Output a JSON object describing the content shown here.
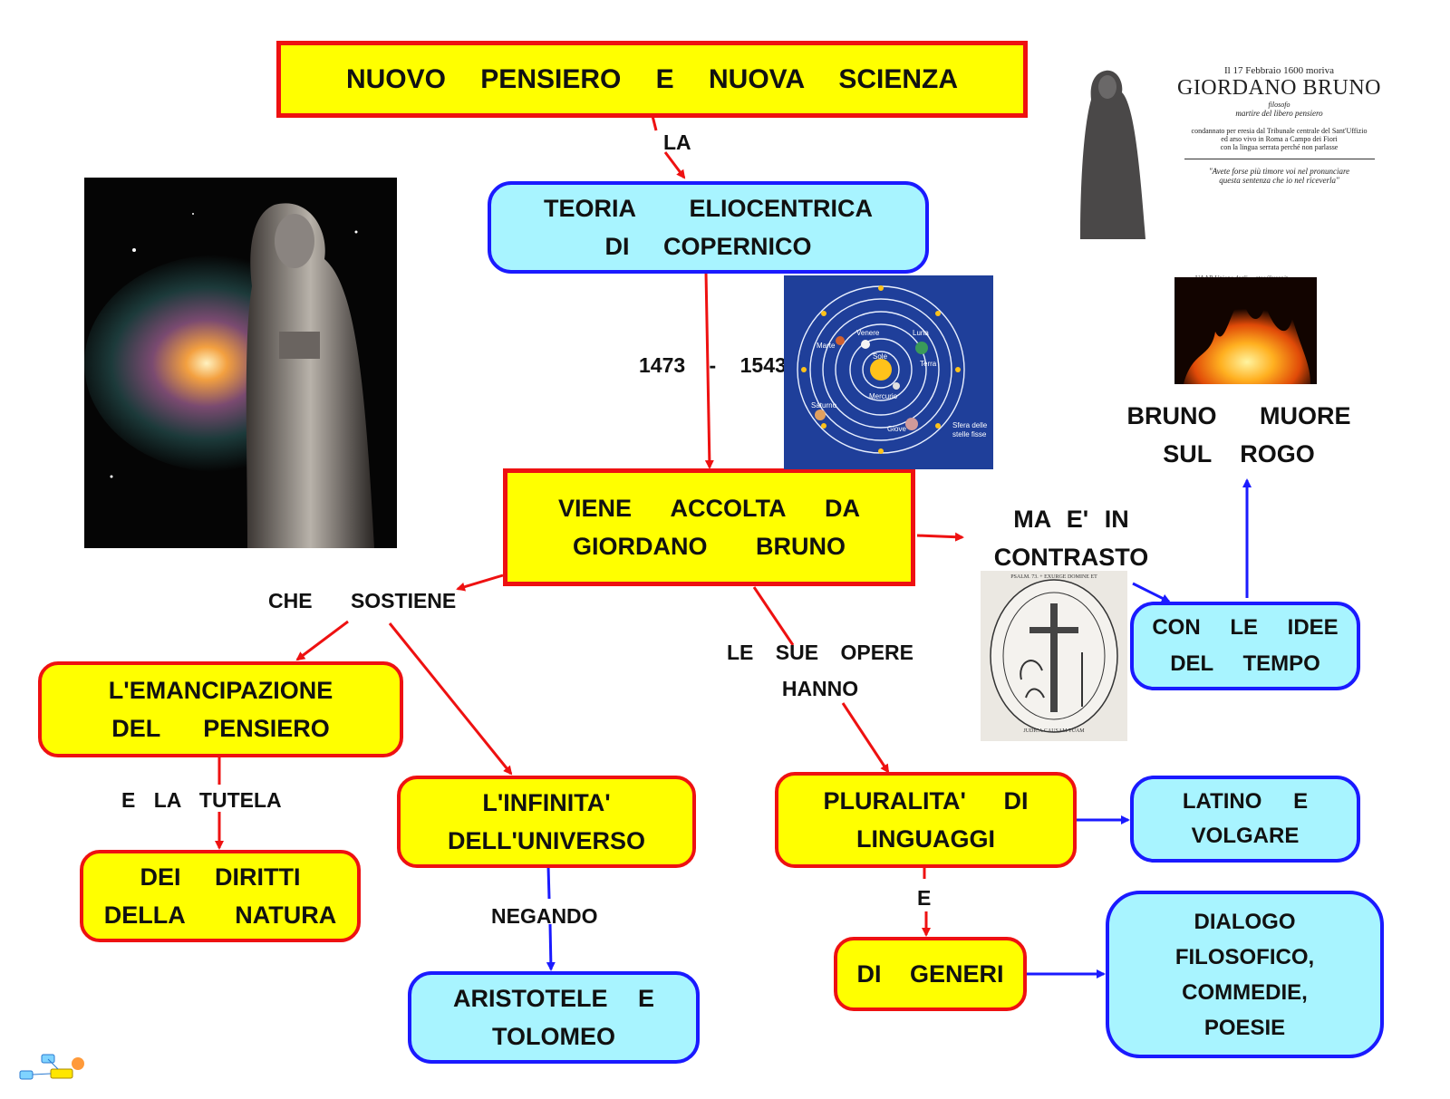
{
  "title": "NUOVO PENSIERO E NUOVA SCIENZA",
  "links": {
    "la": "LA",
    "dates": "1473 - 1543",
    "che_sostiene": "CHE SOSTIENE",
    "e_la_tutela": "E LA TUTELA",
    "negando": "NEGANDO",
    "le_sue_opere_1": "LE SUE OPERE",
    "le_sue_opere_2": "HANNO",
    "e": "E",
    "contrasto_1": "MA E' IN",
    "contrasto_2": "CONTRASTO",
    "rogo_1": "BRUNO MUORE",
    "rogo_2": "SUL ROGO"
  },
  "nodes": {
    "teoria": {
      "l1": "TEORIA ELIOCENTRICA",
      "l2": "DI COPERNICO"
    },
    "viene": {
      "l1": "VIENE ACCOLTA DA",
      "l2": "GIORDANO BRUNO"
    },
    "emancipazione": {
      "l1": "L'EMANCIPAZIONE",
      "l2": "DEL PENSIERO"
    },
    "diritti": {
      "l1": "DEI DIRITTI",
      "l2": "DELLA NATURA"
    },
    "infinita": {
      "l1": "L'INFINITA'",
      "l2": "DELL'UNIVERSO"
    },
    "aristotele": {
      "l1": "ARISTOTELE E",
      "l2": "TOLOMEO"
    },
    "pluralita": {
      "l1": "PLURALITA' DI",
      "l2": "LINGUAGGI"
    },
    "generi": {
      "l1": "DI GENERI"
    },
    "latino": {
      "l1": "LATINO E",
      "l2": "VOLGARE"
    },
    "dialogo": {
      "l1": "DIALOGO",
      "l2": "FILOSOFICO,",
      "l3": "COMMEDIE,",
      "l4": "POESIE"
    },
    "idee": {
      "l1": "CON LE IDEE",
      "l2": "DEL TEMPO"
    }
  },
  "plaque": {
    "date": "Il 17 Febbraio 1600 moriva",
    "name": "GIORDANO BRUNO",
    "role1": "filosofo",
    "role2": "martire del libero pensiero",
    "text1": "condannato per eresia dal Tribunale centrale del Sant'Uffizio",
    "text2": "ed arso vivo in Roma a Campo dei Fiori",
    "text3": "con la lingua serrata perché non parlasse",
    "quote1": "\"Avete forse più timore voi nel pronunciare",
    "quote2": "questa sentenza che io nel riceverla\""
  },
  "fire_caption": "UAAR Unione degli ... ateo@uaar.it",
  "solar": {
    "venere": "Venere",
    "luna": "Luna",
    "marte": "Marte",
    "sole": "Sole",
    "terra": "Terra",
    "mercurio": "Mercurio",
    "saturno": "Saturno",
    "giove": "Giove",
    "sfera1": "Sfera delle",
    "sfera2": "stelle fisse"
  },
  "seal": {
    "top": "PSALM. 73. + EXURGE DOMINE ET",
    "bottom": "JUDICA CAUSAM TUAM"
  },
  "colors": {
    "yellow": "#ffff00",
    "red": "#ee1111",
    "cyan": "#a8f4ff",
    "blue": "#1a1aff"
  }
}
